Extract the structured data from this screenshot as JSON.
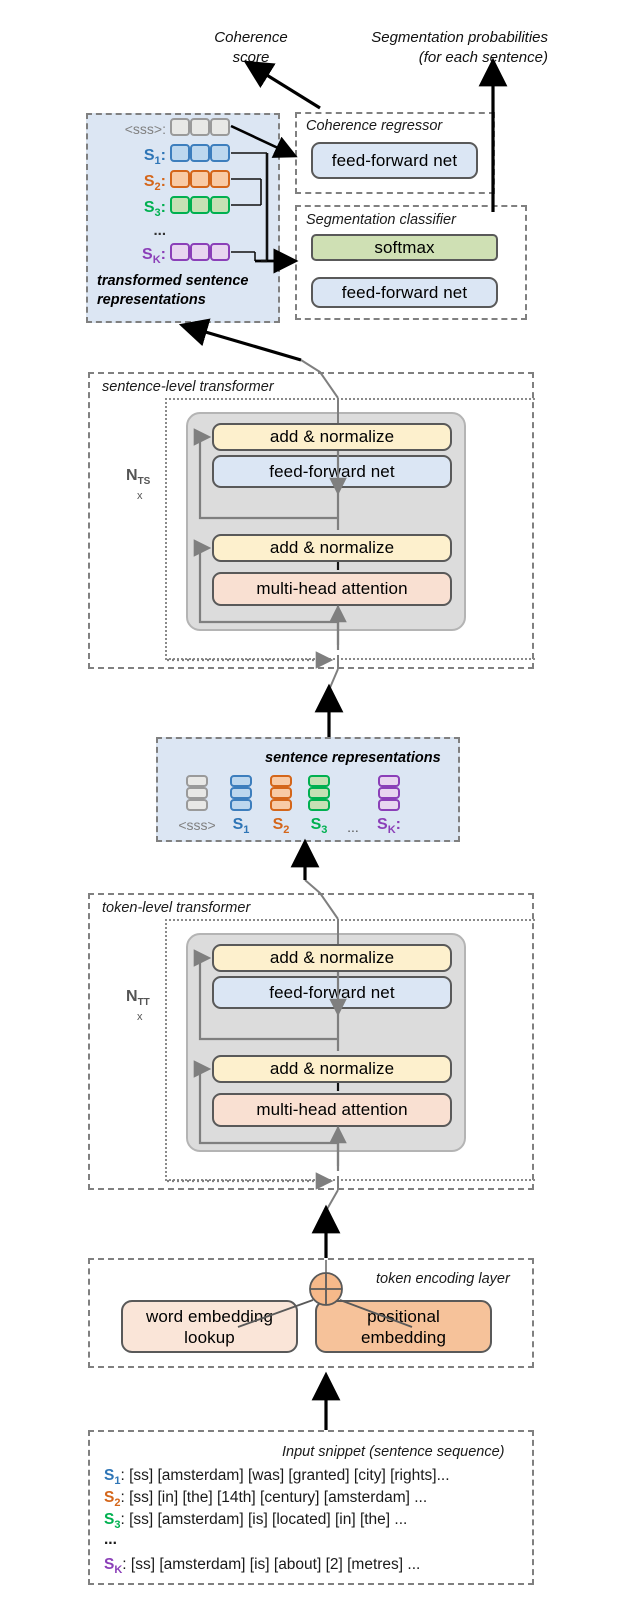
{
  "figure": {
    "title": "Hierarchical transformer for coherence scoring and segmentation",
    "outputs": {
      "coherence": "Coherence\nscore",
      "coherence_line1": "Coherence",
      "coherence_line2": "score",
      "segmentation_line1": "Segmentation probabilities",
      "segmentation_line2": "(for each sentence)"
    }
  },
  "transformed_panel": {
    "caption_line1": "transformed sentence",
    "caption_line2": "representations",
    "rows": [
      {
        "label": "<sss>:",
        "name": "sss",
        "fill": "#e8e8e6",
        "stroke": "#9a9a9a",
        "label_color": "#808080",
        "cells": 3
      },
      {
        "label": "S",
        "sub": "1",
        "name": "s1",
        "fill": "#bdd7ee",
        "stroke": "#3d7ebd",
        "label_color": "#2e75b6",
        "cells": 3
      },
      {
        "label": "S",
        "sub": "2",
        "name": "s2",
        "fill": "#f8cba6",
        "stroke": "#d4661a",
        "label_color": "#d4661a",
        "cells": 3
      },
      {
        "label": "S",
        "sub": "3",
        "name": "s3",
        "fill": "#c5e0b4",
        "stroke": "#00b050",
        "label_color": "#00b050",
        "cells": 3
      },
      {
        "label": "...",
        "name": "ellipsis",
        "cells": 0
      },
      {
        "label": "S",
        "sub": "K",
        "name": "sk",
        "fill": "#e8d5f0",
        "stroke": "#8b3fb8",
        "label_color": "#8b3fb8",
        "cells": 3
      }
    ]
  },
  "coherence_regressor": {
    "title": "Coherence regressor",
    "blocks": [
      {
        "label": "feed-forward net",
        "name": "feed-forward-net",
        "color": "#dbe6f4"
      }
    ]
  },
  "segmentation_classifier": {
    "title": "Segmentation classifier",
    "blocks": [
      {
        "label": "softmax",
        "name": "softmax",
        "color": "#cfe0b4"
      },
      {
        "label": "feed-forward net",
        "name": "feed-forward-net",
        "color": "#dbe6f4"
      }
    ]
  },
  "sentence_transformer": {
    "title": "sentence-level transformer",
    "repeat_label": "N",
    "repeat_sub": "TS",
    "repeat_times": "x",
    "blocks": [
      {
        "label": "add & normalize",
        "name": "add-normalize-top",
        "color": "#fdf0cd"
      },
      {
        "label": "feed-forward net",
        "name": "feed-forward-net",
        "color": "#dbe6f4"
      },
      {
        "label": "add & normalize",
        "name": "add-normalize-bottom",
        "color": "#fdf0cd"
      },
      {
        "label": "multi-head attention",
        "name": "multi-head-attention",
        "color": "#f9e0d2"
      }
    ]
  },
  "sentence_representations": {
    "caption": "sentence representations",
    "columns": [
      {
        "label": "<sss>",
        "name": "sss",
        "fill": "#e8e8e6",
        "stroke": "#9a9a9a",
        "label_color": "#808080",
        "cells": 3
      },
      {
        "label": "S",
        "sub": "1",
        "name": "s1",
        "fill": "#bdd7ee",
        "stroke": "#3d7ebd",
        "label_color": "#2e75b6",
        "cells": 3
      },
      {
        "label": "S",
        "sub": "2",
        "name": "s2",
        "fill": "#f8cba6",
        "stroke": "#d4661a",
        "label_color": "#d4661a",
        "cells": 3
      },
      {
        "label": "S",
        "sub": "3",
        "name": "s3",
        "fill": "#c5e0b4",
        "stroke": "#00b050",
        "label_color": "#00b050",
        "cells": 3
      },
      {
        "label": "...",
        "name": "ellipsis",
        "cells": 0
      },
      {
        "label": "S",
        "sub": "K",
        "suffix": ":",
        "name": "sk",
        "fill": "#e8d5f0",
        "stroke": "#8b3fb8",
        "label_color": "#8b3fb8",
        "cells": 3
      }
    ]
  },
  "token_transformer": {
    "title": "token-level transformer",
    "repeat_label": "N",
    "repeat_sub": "TT",
    "repeat_times": "x",
    "blocks": [
      {
        "label": "add & normalize",
        "name": "add-normalize-top",
        "color": "#fdf0cd"
      },
      {
        "label": "feed-forward net",
        "name": "feed-forward-net",
        "color": "#dbe6f4"
      },
      {
        "label": "add & normalize",
        "name": "add-normalize-bottom",
        "color": "#fdf0cd"
      },
      {
        "label": "multi-head attention",
        "name": "multi-head-attention",
        "color": "#f9e0d2"
      }
    ]
  },
  "token_encoding": {
    "title": "token encoding layer",
    "sum_symbol": "+",
    "blocks": [
      {
        "label_line1": "word embedding",
        "label_line2": "lookup",
        "name": "word-embedding-lookup",
        "color": "#fae5d8"
      },
      {
        "label_line1": "positional",
        "label_line2": "embedding",
        "name": "positional-embedding",
        "color": "#f6c29a"
      }
    ]
  },
  "input_snippet": {
    "title": "Input snippet (sentence sequence)",
    "lines": [
      {
        "label": "S",
        "sub": "1",
        "color": "#2e75b6",
        "text": ": [ss] [amsterdam] [was] [granted] [city] [rights]..."
      },
      {
        "label": "S",
        "sub": "2",
        "color": "#d4661a",
        "text": ": [ss] [in] [the] [14th] [century] [amsterdam] ..."
      },
      {
        "label": "S",
        "sub": "3",
        "color": "#00b050",
        "text": ": [ss] [amsterdam] [is] [located] [in] [the] ..."
      },
      {
        "label": "...",
        "sub": "",
        "color": "#1a1a1a",
        "text": ""
      },
      {
        "label": "S",
        "sub": "K",
        "color": "#8b3fb8",
        "text": ": [ss] [amsterdam] [is] [about] [2] [metres] ..."
      }
    ]
  }
}
